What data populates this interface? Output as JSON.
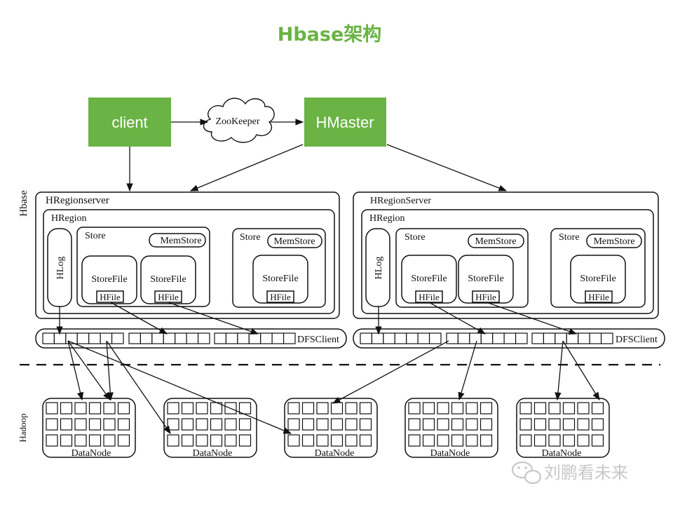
{
  "title": "Hbase架构",
  "client": "client",
  "zookeeper": "ZooKeeper",
  "hmaster": "HMaster",
  "hbase_label": "Hbase",
  "hadoop_label": "Hadoop",
  "regionservers": [
    {
      "label": "HRegionserver",
      "region": "HRegion",
      "hlog": "HLog",
      "stores": [
        {
          "label": "Store",
          "memstore": "MemStore",
          "storefiles": [
            {
              "label": "StoreFile",
              "hfile": "HFile"
            },
            {
              "label": "StoreFile",
              "hfile": "HFile"
            }
          ]
        },
        {
          "label": "Store",
          "memstore": "MemStore",
          "storefiles": [
            {
              "label": "StoreFile",
              "hfile": "HFile"
            }
          ]
        }
      ],
      "dfsclient": "DFSClient"
    },
    {
      "label": "HRegionServer",
      "region": "HRegion",
      "hlog": "HLog",
      "stores": [
        {
          "label": "Store",
          "memstore": "MemStore",
          "storefiles": [
            {
              "label": "StoreFile",
              "hfile": "HFile"
            },
            {
              "label": "StoreFile",
              "hfile": "HFile"
            }
          ]
        },
        {
          "label": "Store",
          "memstore": "MemStore",
          "storefiles": [
            {
              "label": "StoreFile",
              "hfile": "HFile"
            }
          ]
        }
      ],
      "dfsclient": "DFSClient"
    }
  ],
  "datanodes": [
    "DataNode",
    "DataNode",
    "DataNode",
    "DataNode",
    "DataNode"
  ],
  "watermark": "刘鹏看未来",
  "colors": {
    "green_box": "#6ab344",
    "title": "#6ab344"
  }
}
